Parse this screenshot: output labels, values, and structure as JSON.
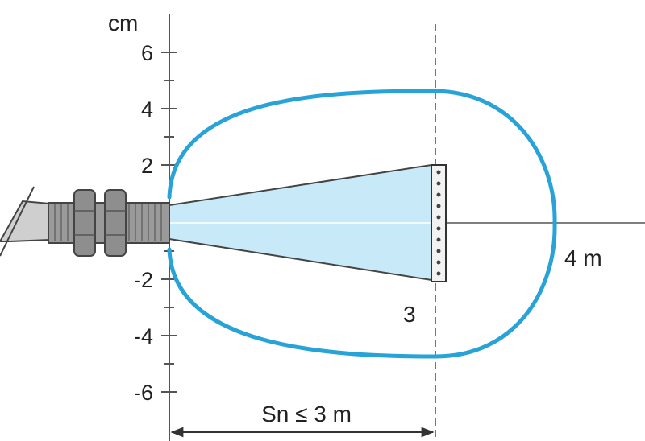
{
  "diagram": {
    "unit_label": "cm",
    "y_ticks": [
      "6",
      "4",
      "2",
      "-2",
      "-4",
      "-6"
    ],
    "range_label": "4 m",
    "marker_label": "3",
    "dimension_label": "Sn ≤ 3 m",
    "colors": {
      "lobe": "#27a3d8",
      "beam_fill": "#c8e9f7",
      "axis": "#555555",
      "sensor_body": "#9a9a9a",
      "text": "#222222"
    }
  }
}
